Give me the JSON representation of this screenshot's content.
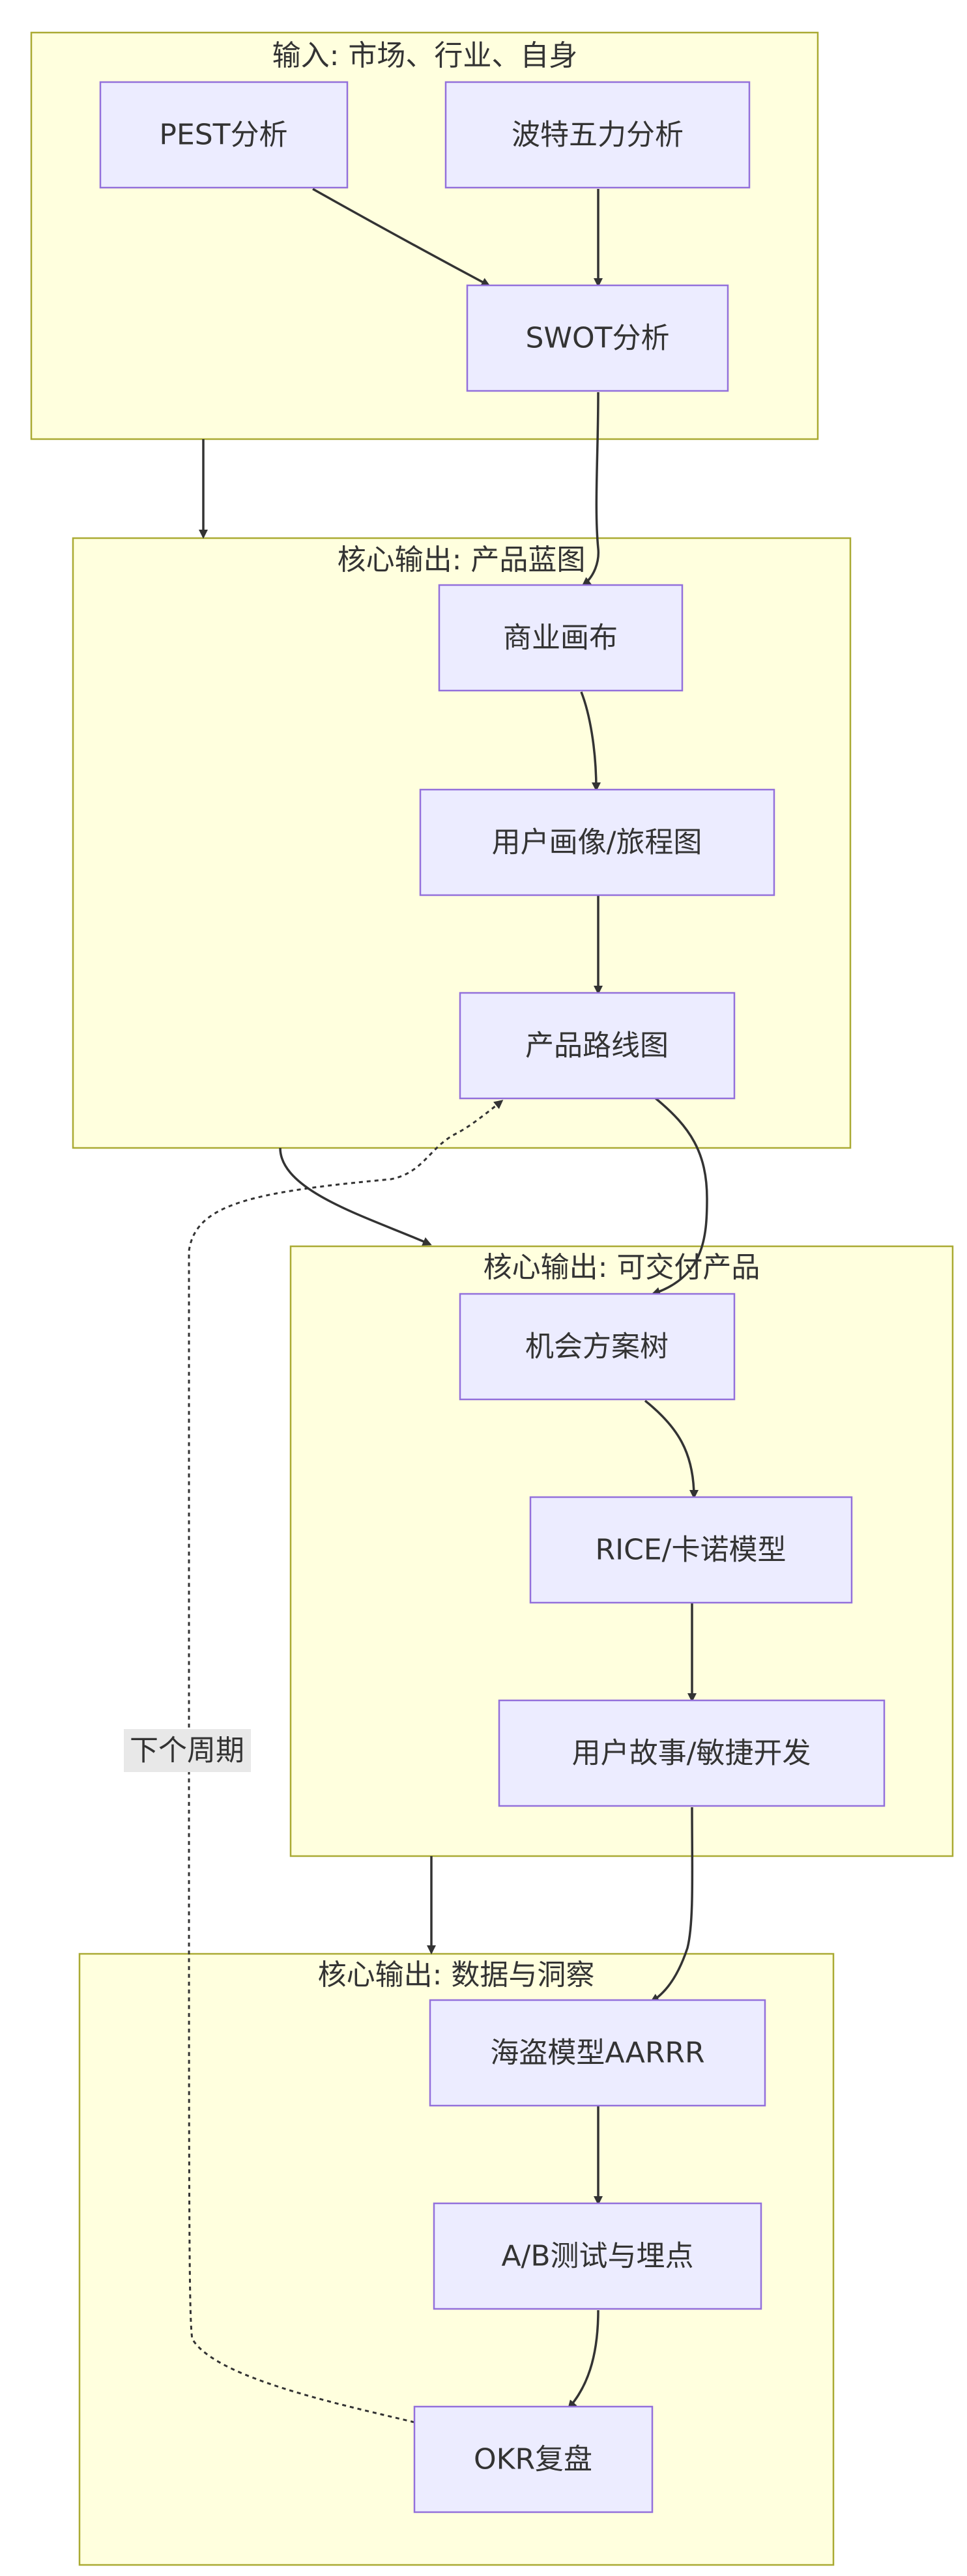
{
  "clusters": {
    "input": "输入: 市场、行业、自身",
    "blueprint": "核心输出: 产品蓝图",
    "deliverable": "核心输出: 可交付产品",
    "insight": "核心输出: 数据与洞察"
  },
  "nodes": {
    "pest": "PEST分析",
    "porter": "波特五力分析",
    "swot": "SWOT分析",
    "canvas": "商业画布",
    "persona": "用户画像/旅程图",
    "roadmap": "产品路线图",
    "ost": "机会方案树",
    "rice": "RICE/卡诺模型",
    "story": "用户故事/敏捷开发",
    "aarrr": "海盗模型AARRR",
    "abtest": "A/B测试与埋点",
    "okr": "OKR复盘"
  },
  "edge_labels": {
    "next_cycle": "下个周期"
  },
  "colors": {
    "cluster_fill": "#ffffde",
    "cluster_stroke": "#aaaa33",
    "node_fill": "#ececff",
    "node_stroke": "#9370db",
    "edge": "#333333"
  }
}
